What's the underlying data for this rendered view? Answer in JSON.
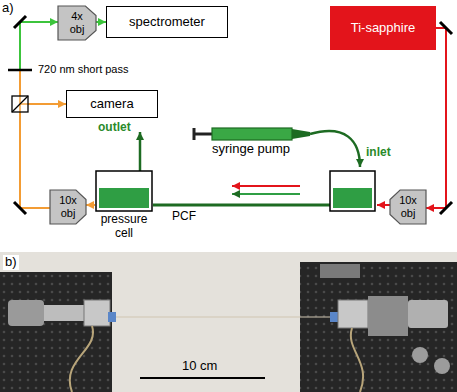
{
  "diagram": {
    "nodes": [
      {
        "text": [
          "4x obj"
        ]
      },
      {
        "text": [
          "spectrometer"
        ]
      },
      {
        "text": [
          "Ti-sapphire"
        ]
      },
      {
        "text": [
          "camera"
        ]
      },
      {
        "text": [
          "syringe pump"
        ]
      },
      {
        "text": [
          "10x obj"
        ]
      },
      {
        "text": [
          "pressure cell"
        ]
      },
      {
        "text": [
          "10x obj"
        ]
      }
    ],
    "edges": [
      {
        "from": 2,
        "to": 7,
        "arrow": "to"
      },
      {
        "from": 6,
        "to": 5,
        "arrow": "to"
      },
      {
        "from": 5,
        "to": 3,
        "arrow": "to"
      },
      {
        "from": 5,
        "to": 0,
        "arrow": "to"
      },
      {
        "from": 0,
        "to": 1,
        "arrow": "to"
      }
    ],
    "labels": [
      "a)",
      "720 nm short pass",
      "outlet",
      "inlet",
      "PCF",
      "b)",
      "10 cm"
    ]
  }
}
